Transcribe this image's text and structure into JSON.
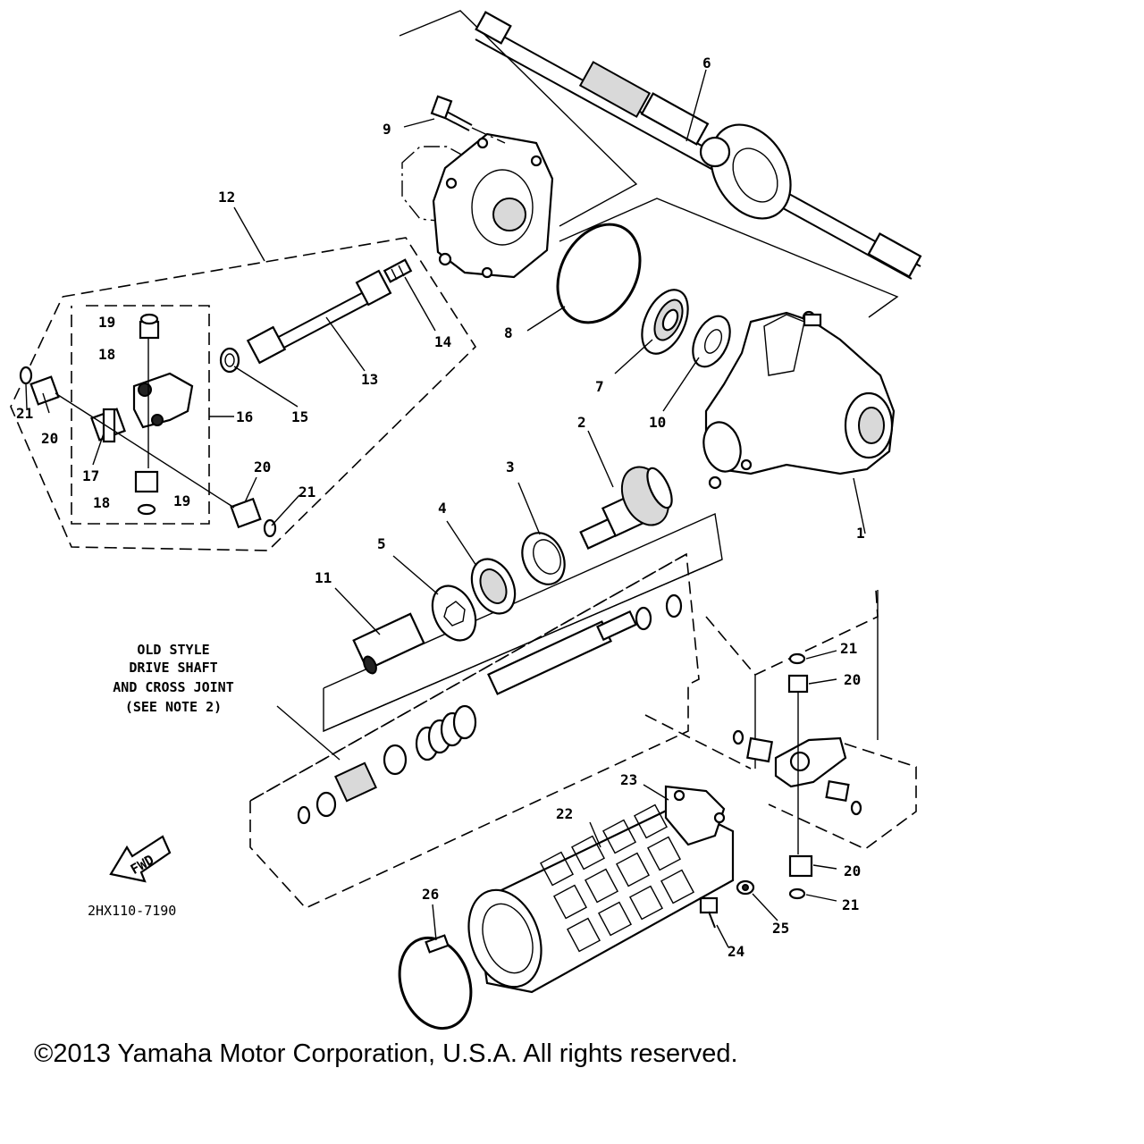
{
  "callouts": {
    "c1": "1",
    "c2": "2",
    "c3": "3",
    "c4": "4",
    "c5": "5",
    "c6": "6",
    "c7": "7",
    "c8": "8",
    "c9": "9",
    "c10": "10",
    "c11": "11",
    "c12": "12",
    "c13": "13",
    "c14": "14",
    "c15": "15",
    "c16": "16",
    "c17": "17",
    "c18a": "18",
    "c18b": "18",
    "c19a": "19",
    "c19b": "19",
    "c20a": "20",
    "c20b": "20",
    "c20c": "20",
    "c20d": "20",
    "c21a": "21",
    "c21b": "21",
    "c21c": "21",
    "c21d": "21",
    "c22": "22",
    "c23": "23",
    "c24": "24",
    "c25": "25",
    "c26": "26"
  },
  "note": {
    "line1": "OLD STYLE",
    "line2": "DRIVE SHAFT",
    "line3": "AND CROSS JOINT",
    "line4": "(SEE NOTE 2)"
  },
  "fwd_label": "FWD",
  "diagram_code": "2HX110-7190",
  "copyright": "©2013 Yamaha Motor Corporation, U.S.A. All rights reserved."
}
